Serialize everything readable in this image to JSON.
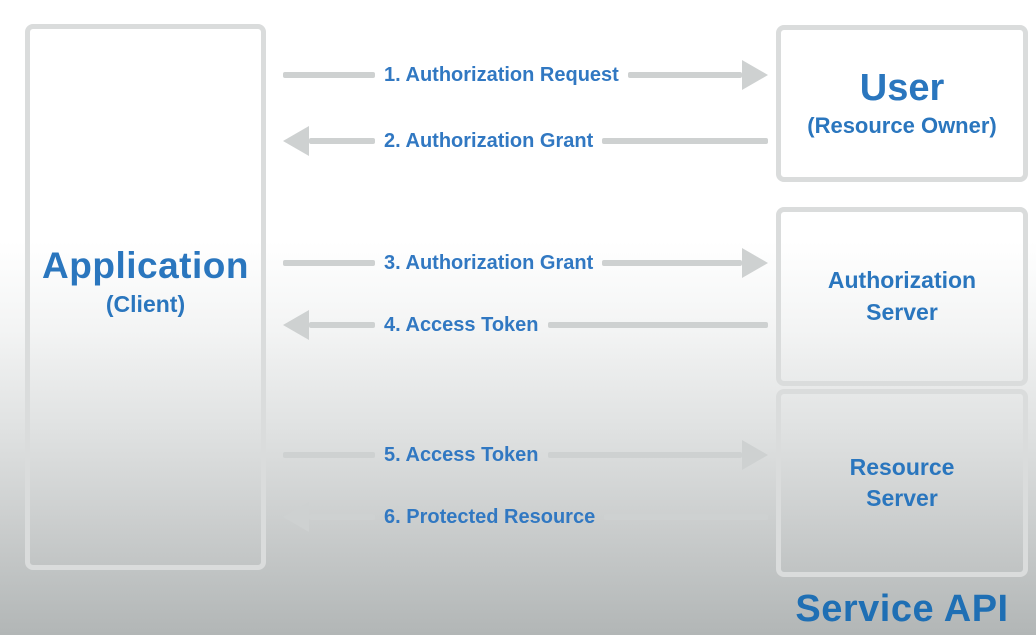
{
  "diagram": {
    "nodes": {
      "application": {
        "title": "Application",
        "subtitle": "(Client)"
      },
      "user": {
        "title": "User",
        "subtitle": "(Resource Owner)"
      },
      "authorization_server": {
        "title": "Authorization\nServer"
      },
      "resource_server": {
        "title": "Resource\nServer"
      },
      "service_api": {
        "label": "Service API"
      }
    },
    "flows": [
      {
        "step": 1,
        "label": "1. Authorization Request",
        "from": "application",
        "to": "user",
        "direction": "right"
      },
      {
        "step": 2,
        "label": "2. Authorization Grant",
        "from": "user",
        "to": "application",
        "direction": "left"
      },
      {
        "step": 3,
        "label": "3. Authorization Grant",
        "from": "application",
        "to": "authorization_server",
        "direction": "right"
      },
      {
        "step": 4,
        "label": "4. Access Token",
        "from": "authorization_server",
        "to": "application",
        "direction": "left"
      },
      {
        "step": 5,
        "label": "5. Access Token",
        "from": "application",
        "to": "resource_server",
        "direction": "right"
      },
      {
        "step": 6,
        "label": "6. Protected Resource",
        "from": "resource_server",
        "to": "application",
        "direction": "left"
      }
    ],
    "colors": {
      "accent_blue": "#2a76be",
      "arrow_gray": "#ced1d1",
      "border_gray": "#dadcdc",
      "background_bottom_gray": "#b2b6b6"
    }
  }
}
